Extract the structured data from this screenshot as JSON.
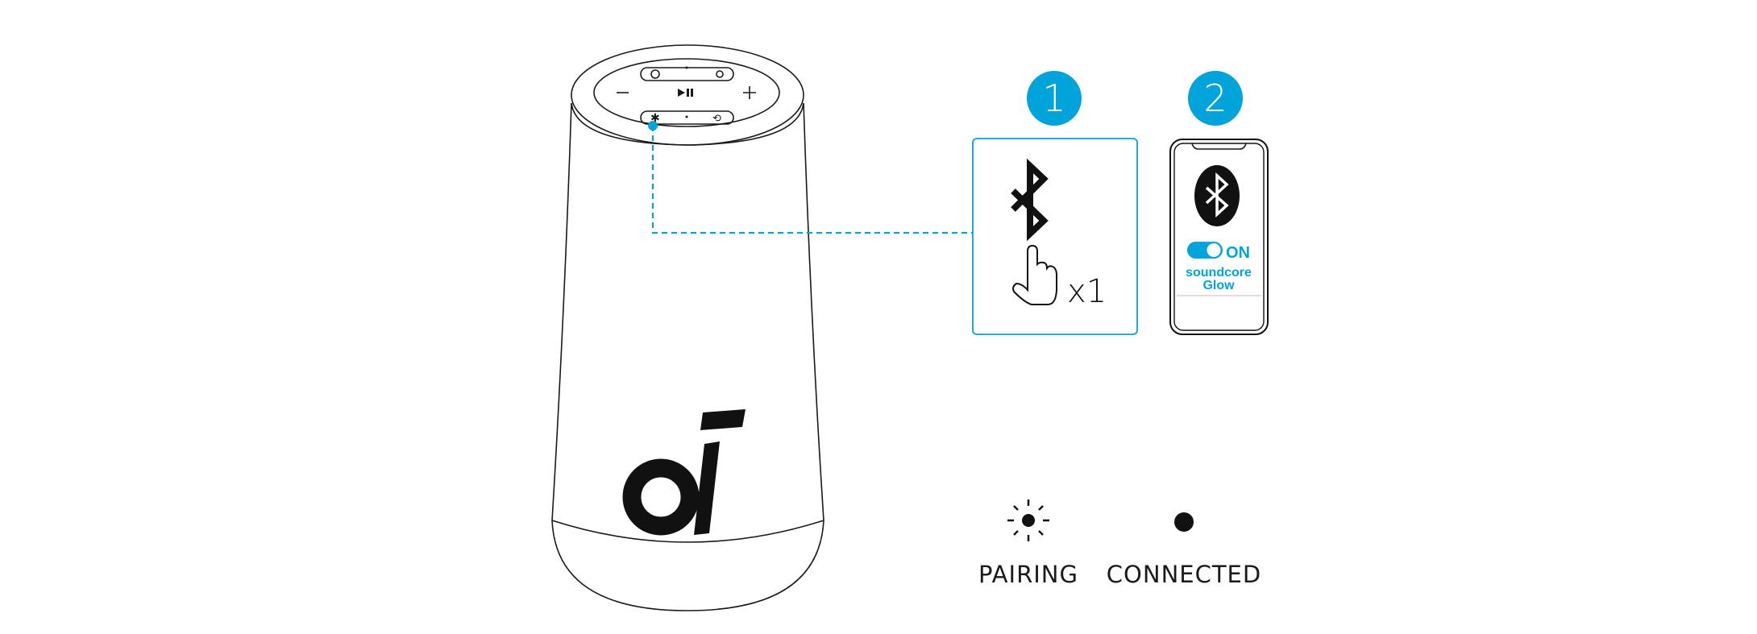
{
  "steps": [
    {
      "number": "1",
      "press_count": "x1"
    },
    {
      "number": "2",
      "toggle_state": "ON",
      "device_name_line1": "soundcore",
      "device_name_line2": "Glow"
    }
  ],
  "legend": {
    "pairing_label": "PAIRING",
    "connected_label": "CONNECTED"
  },
  "colors": {
    "accent": "#00a3da",
    "ink": "#1a1a1a"
  }
}
